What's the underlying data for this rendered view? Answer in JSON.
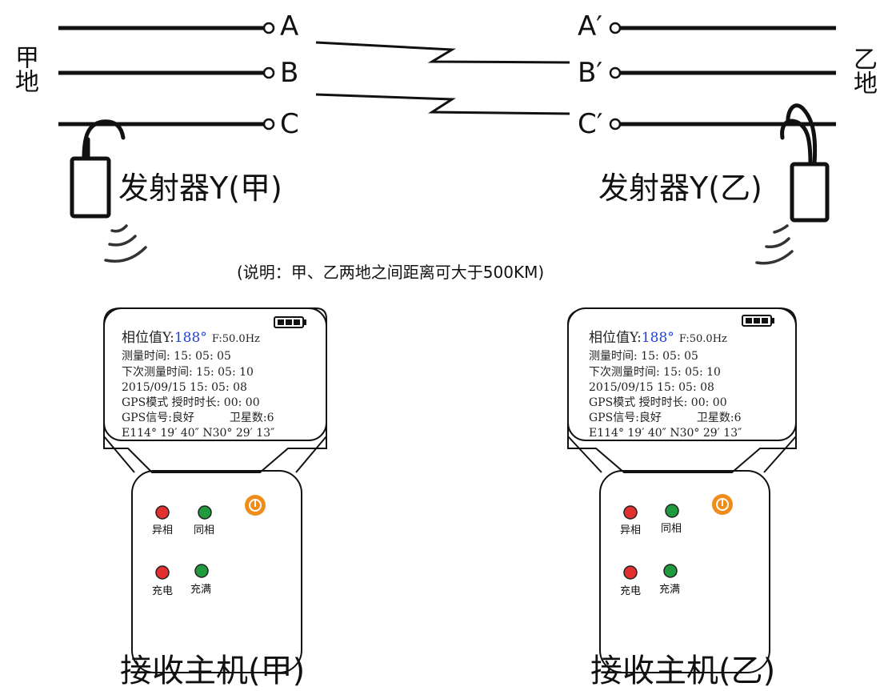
{
  "terminals": {
    "a": "A",
    "b": "B",
    "c": "C",
    "a_prime": "A′",
    "b_prime": "B′",
    "c_prime": "C′"
  },
  "sites": {
    "left": "甲地",
    "right": "乙地"
  },
  "transmitters": {
    "left_label": "发射器Y(甲)",
    "right_label": "发射器Y(乙)"
  },
  "note": "(说明：甲、乙两地之间距离可大于500KM)",
  "receivers": [
    {
      "label": "接收主机(甲)",
      "screen": {
        "phase_label": "相位值Y:",
        "phase_value": "188°",
        "frequency": "F:50.0Hz",
        "measure_time": "测量时间: 15: 05: 05",
        "next_measure_time": "下次测量时间: 15: 05: 10",
        "datetime": "2015/09/15  15: 05: 08",
        "gps_mode": "GPS模式   授时时长: 00: 00",
        "gps_signal": "GPS信号:良好",
        "satellites": "卫星数:6",
        "coordinates": "E114° 19′ 40″  N30° 29′ 13″"
      },
      "indicators": {
        "out_of_phase": "异相",
        "in_phase": "同相",
        "charging": "充电",
        "full": "充满"
      }
    },
    {
      "label": "接收主机(乙)",
      "screen": {
        "phase_label": "相位值Y:",
        "phase_value": "188°",
        "frequency": "F:50.0Hz",
        "measure_time": "测量时间: 15: 05: 05",
        "next_measure_time": "下次测量时间: 15: 05: 10",
        "datetime": "2015/09/15  15: 05: 08",
        "gps_mode": "GPS模式   授时时长: 00: 00",
        "gps_signal": "GPS信号:良好",
        "satellites": "卫星数:6",
        "coordinates": "E114° 19′ 40″  N30° 29′ 13″"
      },
      "indicators": {
        "out_of_phase": "异相",
        "in_phase": "同相",
        "charging": "充电",
        "full": "充满"
      }
    }
  ],
  "colors": {
    "led_red": "#e23030",
    "led_green": "#1f9a3c",
    "power_orange": "#f08c1a",
    "phase_blue": "#1f3fd6"
  }
}
